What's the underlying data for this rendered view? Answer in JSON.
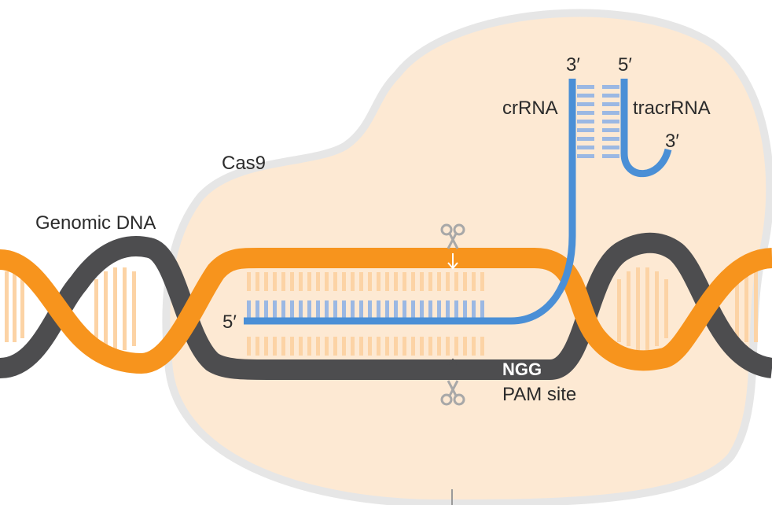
{
  "labels": {
    "cas9": "Cas9",
    "genomic_dna": "Genomic DNA",
    "crrna": "crRNA",
    "tracrrna": "tracrRNA",
    "crrna_3prime": "3′",
    "tracrrna_5prime": "5′",
    "tracrrna_3prime": "3′",
    "guide_5prime": "5′",
    "pam_sequence": "NGG",
    "pam_site": "PAM site"
  },
  "colors": {
    "cas9_fill": "#fde9d3",
    "cas9_outline": "#e6e6e6",
    "dna_strand_orange": "#f7941d",
    "dna_rungs_orange": "#fcd3a5",
    "dna_strand_gray": "#4d4d4f",
    "rna_blue": "#4a8fd6",
    "rna_rungs_blue": "#9bb8e3",
    "scissors": "#a8a8a8"
  },
  "icons": [
    "scissors-icon",
    "arrow-down-icon",
    "arrow-up-icon"
  ]
}
